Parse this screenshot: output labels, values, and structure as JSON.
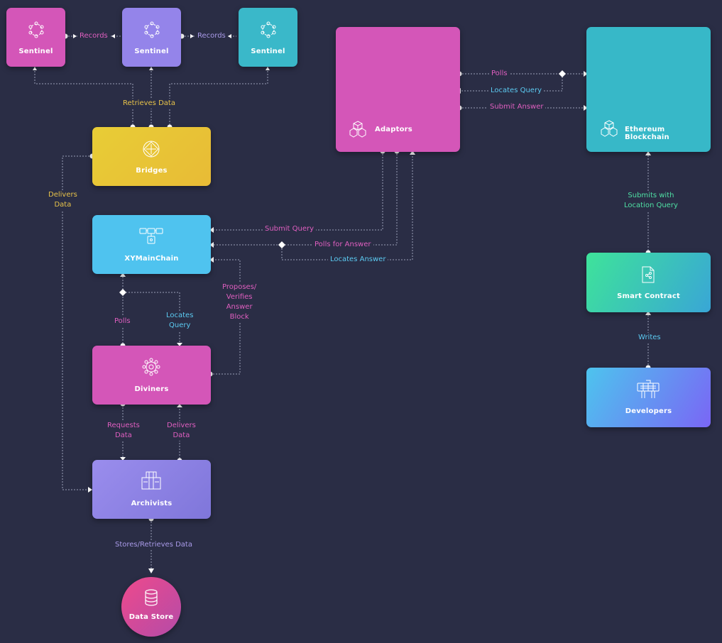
{
  "colors": {
    "sentinel_pink": "#d456b8",
    "sentinel_purple": "#9484ea",
    "sentinel_teal": "#3ab8c9",
    "adaptors": "#d456b8",
    "ethereum": "#37b8c8",
    "bridges": "#e8c734",
    "xymainchain": "#4fc3ef",
    "diviners": "#d456b8",
    "archivists": "#8f82e6",
    "smart_contract_start": "#3ee39a",
    "smart_contract_end": "#39a6d6",
    "developers_start": "#4dc4ee",
    "developers_end": "#7a66f5",
    "datastore_start": "#e8468f",
    "datastore_end": "#b04aa8",
    "background": "#2a2d45",
    "wire": "#9aa0b8"
  },
  "nodes": {
    "sentinel_1": {
      "label": "Sentinel",
      "icon": "sentinel-ring-icon"
    },
    "sentinel_2": {
      "label": "Sentinel",
      "icon": "sentinel-ring-icon"
    },
    "sentinel_3": {
      "label": "Sentinel",
      "icon": "sentinel-ring-icon"
    },
    "adaptors": {
      "label": "Adaptors",
      "icon": "cubes-icon"
    },
    "ethereum": {
      "label": "Ethereum Blockchain",
      "icon": "cubes-icon"
    },
    "bridges": {
      "label": "Bridges",
      "icon": "bridge-diamond-icon"
    },
    "xymainchain": {
      "label": "XYMainChain",
      "icon": "chain-lock-icon"
    },
    "diviners": {
      "label": "Diviners",
      "icon": "diviner-gear-icon"
    },
    "archivists": {
      "label": "Archivists",
      "icon": "archive-building-icon"
    },
    "datastore": {
      "label": "Data Store",
      "icon": "database-icon"
    },
    "smart_contract": {
      "label": "Smart Contract",
      "icon": "contract-document-icon"
    },
    "developers": {
      "label": "Developers",
      "icon": "keyboard-hands-icon"
    }
  },
  "edges": {
    "records_1": "Records",
    "records_2": "Records",
    "retrieves_data": "Retrieves Data",
    "polls_eth": "Polls",
    "locates_query_eth": "Locates Query",
    "submit_answer": "Submit Answer",
    "delivers_data_left": [
      "Delivers",
      "Data"
    ],
    "submit_query": "Submit Query",
    "polls_for_answer": "Polls for Answer",
    "locates_answer": "Locates Answer",
    "submits_with_location_query": [
      "Submits with",
      "Location Query"
    ],
    "proposes_verifies": [
      "Proposes/",
      "Verifies",
      "Answer",
      "Block"
    ],
    "polls_diviners": "Polls",
    "locates_query_diviners": [
      "Locates",
      "Query"
    ],
    "writes": "Writes",
    "requests_data": [
      "Requests",
      "Data"
    ],
    "delivers_data_archivists": [
      "Delivers",
      "Data"
    ],
    "stores_retrieves": "Stores/Retrieves Data"
  }
}
